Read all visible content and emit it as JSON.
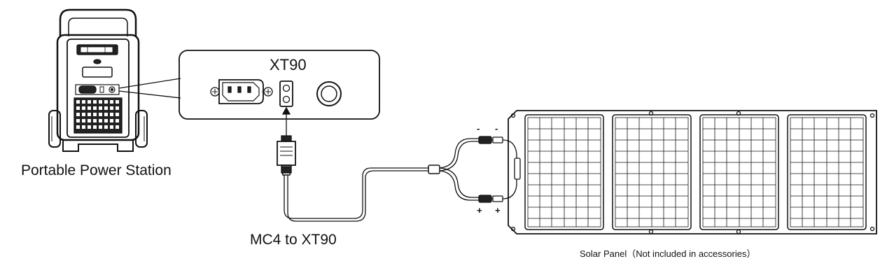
{
  "labels": {
    "station": "Portable Power Station",
    "cable": "MC4 to XT90",
    "port_callout": "XT90",
    "panel": "Solar Panel（Not included in accessories）"
  },
  "polarity": {
    "negative": "-",
    "positive": "+"
  },
  "colors": {
    "line": "#111111",
    "background": "#ffffff"
  }
}
